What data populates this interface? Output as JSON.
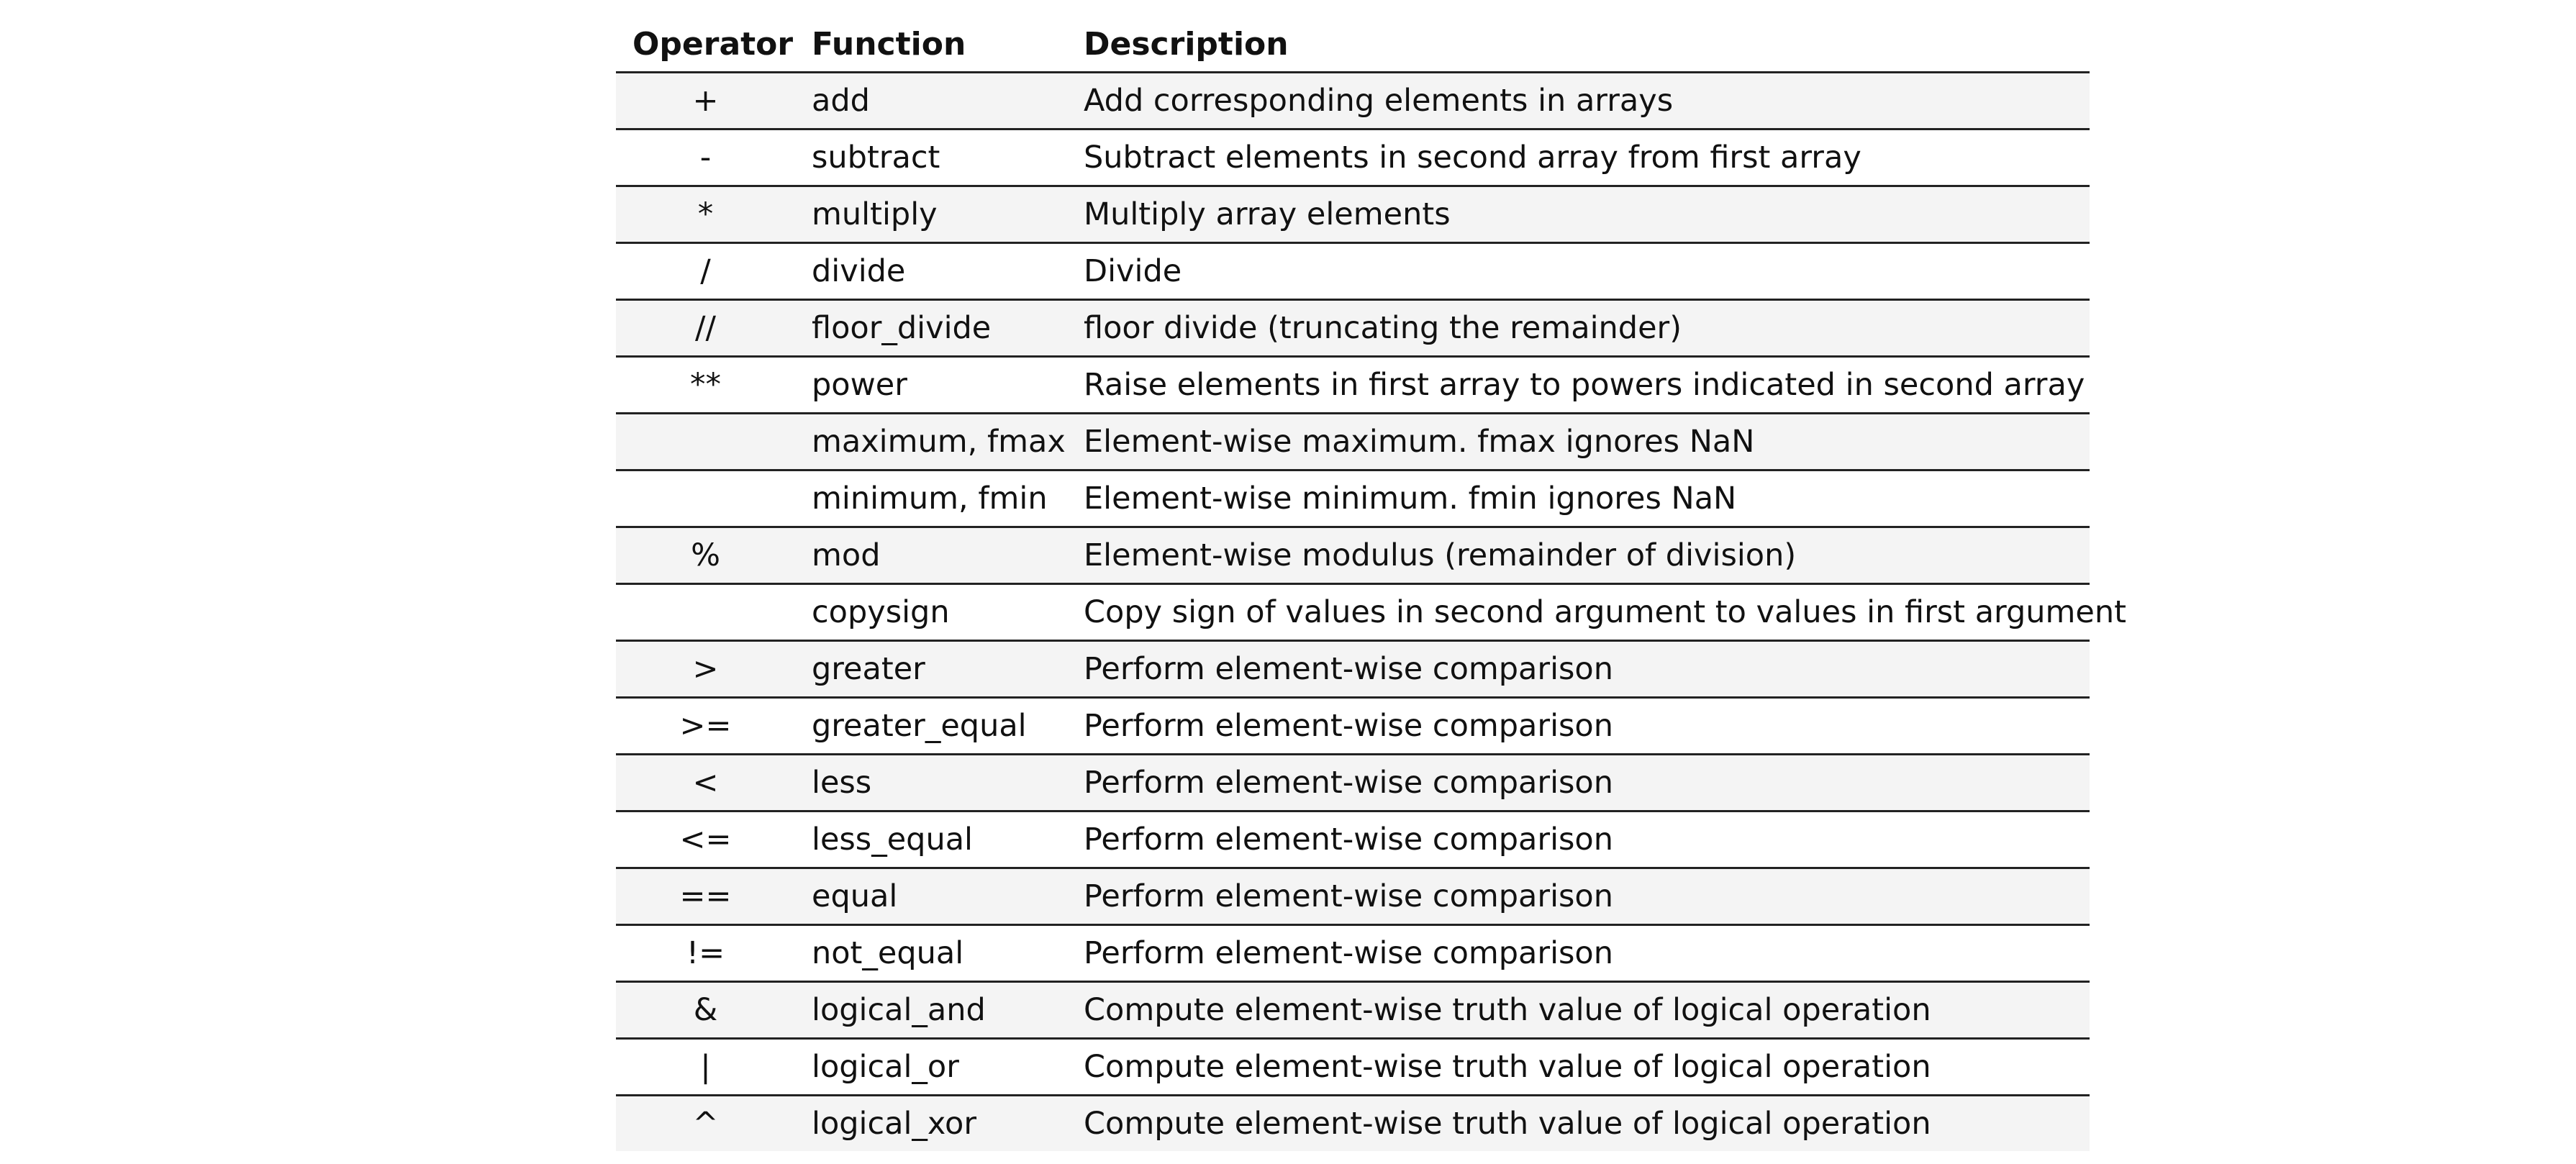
{
  "table": {
    "headers": [
      "Operator",
      "Function",
      "Description"
    ],
    "rows": [
      {
        "operator": "+",
        "function": "add",
        "description": "Add corresponding elements in arrays"
      },
      {
        "operator": "-",
        "function": "subtract",
        "description": "Subtract elements in second array from first array"
      },
      {
        "operator": "*",
        "function": "multiply",
        "description": "Multiply array elements"
      },
      {
        "operator": "/",
        "function": "divide",
        "description": "Divide"
      },
      {
        "operator": "//",
        "function": "floor_divide",
        "description": "floor divide (truncating the remainder)"
      },
      {
        "operator": "**",
        "function": "power",
        "description": "Raise elements in first array to powers indicated in second array"
      },
      {
        "operator": "",
        "function": "maximum, fmax",
        "description": "Element-wise maximum. fmax ignores NaN"
      },
      {
        "operator": "",
        "function": "minimum, fmin",
        "description": "Element-wise minimum. fmin ignores NaN"
      },
      {
        "operator": "%",
        "function": "mod",
        "description": "Element-wise modulus (remainder of division)"
      },
      {
        "operator": "",
        "function": "copysign",
        "description": "Copy sign of values in second argument to values in first argument"
      },
      {
        "operator": ">",
        "function": "greater",
        "description": "Perform element-wise comparison"
      },
      {
        "operator": ">=",
        "function": "greater_equal",
        "description": "Perform element-wise comparison"
      },
      {
        "operator": "<",
        "function": "less",
        "description": "Perform element-wise comparison"
      },
      {
        "operator": "<=",
        "function": "less_equal",
        "description": "Perform element-wise comparison"
      },
      {
        "operator": "==",
        "function": "equal",
        "description": "Perform element-wise comparison"
      },
      {
        "operator": "!=",
        "function": "not_equal",
        "description": "Perform element-wise comparison"
      },
      {
        "operator": "&",
        "function": "logical_and",
        "description": "Compute element-wise truth value of logical operation"
      },
      {
        "operator": "|",
        "function": "logical_or",
        "description": "Compute element-wise truth value of logical operation"
      },
      {
        "operator": "^",
        "function": "logical_xor",
        "description": "Compute element-wise truth value of logical operation"
      }
    ]
  }
}
